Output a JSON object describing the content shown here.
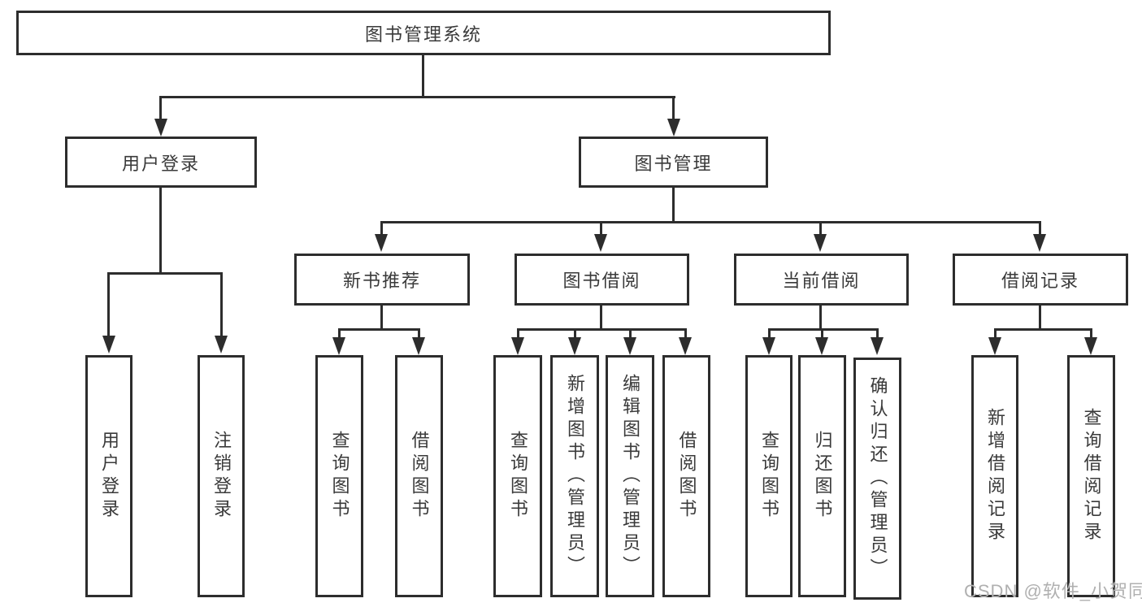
{
  "colors": {
    "line": "#2d2d2d",
    "text": "#3a3a3a",
    "watermark": "#b0b0b0",
    "background": "#ffffff"
  },
  "root": {
    "label": "图书管理系统"
  },
  "level2": {
    "login": {
      "label": "用户登录"
    },
    "management": {
      "label": "图书管理"
    }
  },
  "level3": {
    "new_books": {
      "label": "新书推荐"
    },
    "borrowing": {
      "label": "图书借阅"
    },
    "current": {
      "label": "当前借阅"
    },
    "records": {
      "label": "借阅记录"
    }
  },
  "leaves": {
    "login": [
      "用户登录",
      "注销登录"
    ],
    "new_books": [
      "查询图书",
      "借阅图书"
    ],
    "borrowing": [
      "查询图书",
      "新增图书（管理员）",
      "编辑图书（管理员）",
      "借阅图书"
    ],
    "current": [
      "查询图书",
      "归还图书",
      "确认归还（管理员）"
    ],
    "records": [
      "新增借阅记录",
      "查询借阅记录"
    ]
  },
  "watermark": "CSDN @软件_小贺同学"
}
